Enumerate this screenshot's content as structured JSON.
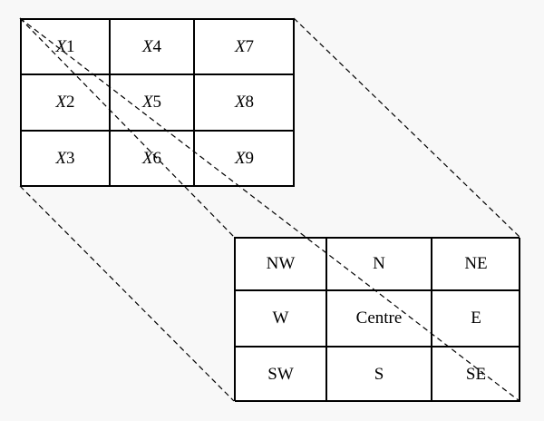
{
  "top_grid": {
    "cells": [
      {
        "var": "X",
        "sub": "1"
      },
      {
        "var": "X",
        "sub": "4"
      },
      {
        "var": "X",
        "sub": "7"
      },
      {
        "var": "X",
        "sub": "2"
      },
      {
        "var": "X",
        "sub": "5"
      },
      {
        "var": "X",
        "sub": "8"
      },
      {
        "var": "X",
        "sub": "3"
      },
      {
        "var": "X",
        "sub": "6"
      },
      {
        "var": "X",
        "sub": "9"
      }
    ]
  },
  "bottom_grid": {
    "cells": [
      "NW",
      "N",
      "NE",
      "W",
      "Centre",
      "E",
      "SW",
      "S",
      "SE"
    ]
  }
}
